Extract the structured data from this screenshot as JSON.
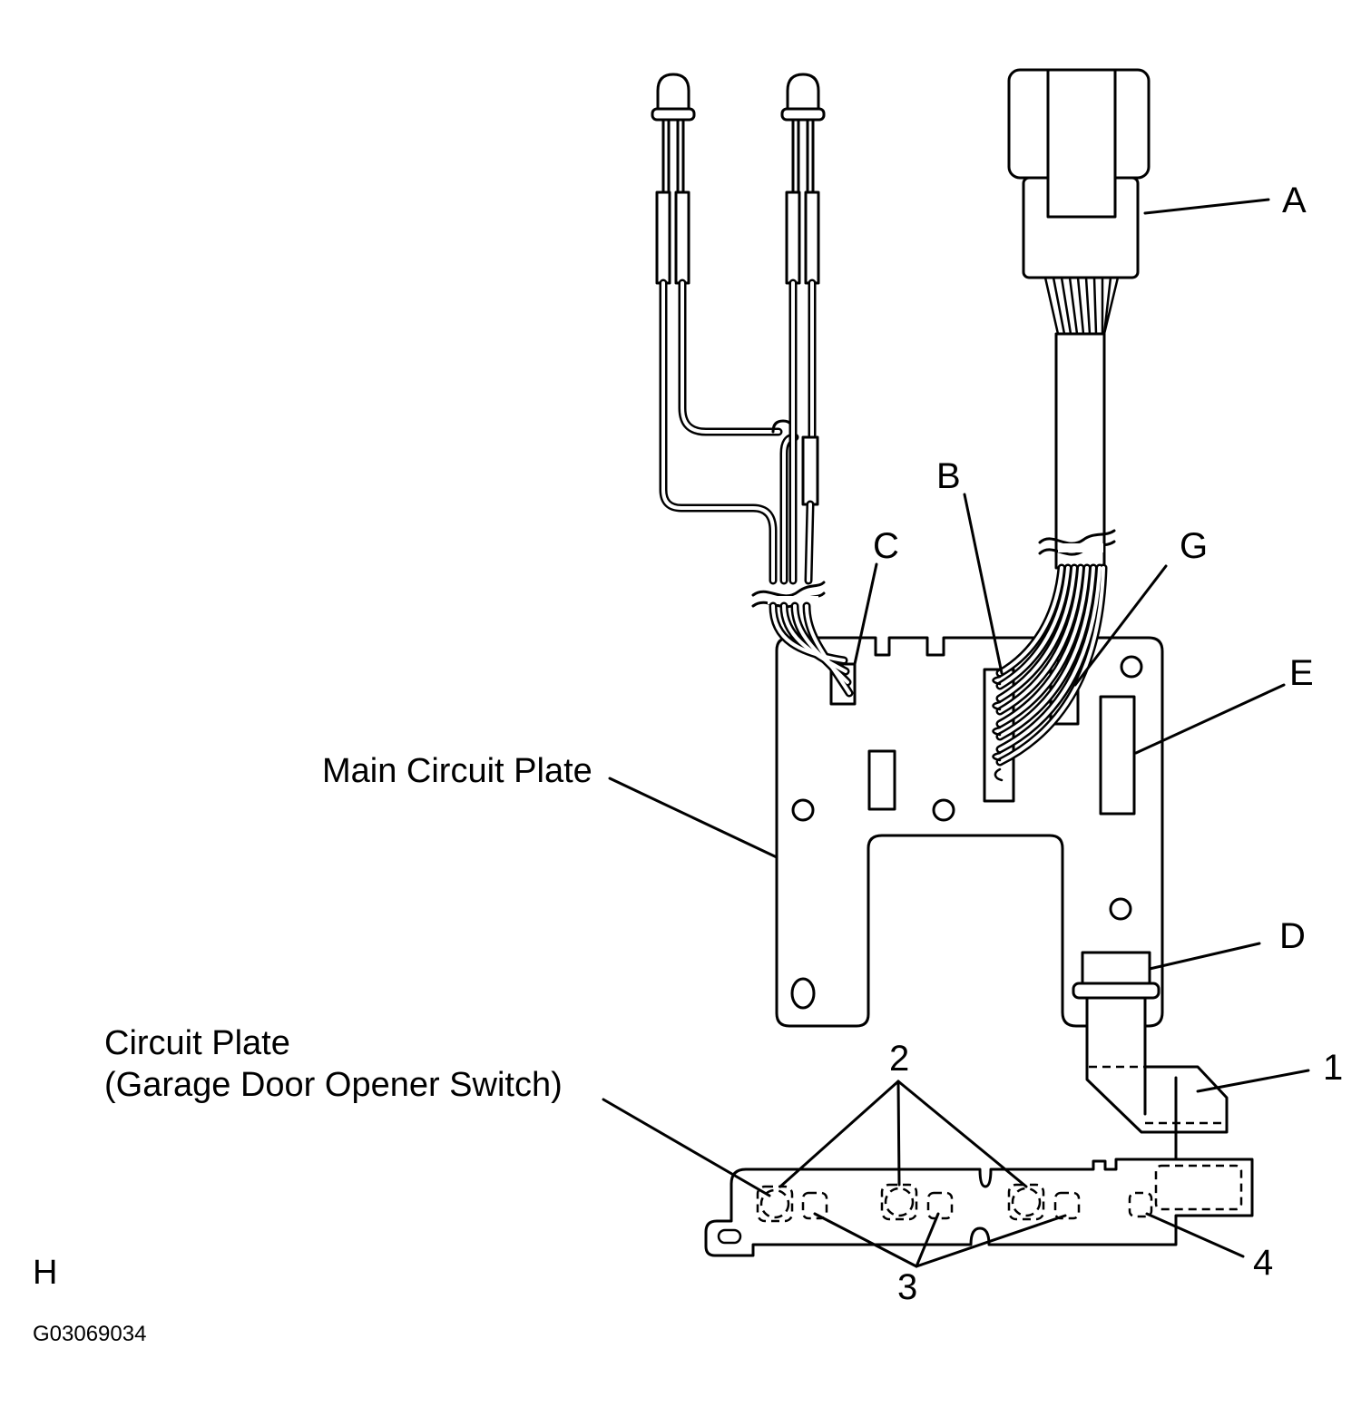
{
  "labels": {
    "A": "A",
    "B": "B",
    "C": "C",
    "D": "D",
    "E": "E",
    "G": "G",
    "n1": "1",
    "n2": "2",
    "n3": "3",
    "n4": "4",
    "main_plate": "Main Circuit Plate",
    "sub_plate_line1": "Circuit Plate",
    "sub_plate_line2": "(Garage Door Opener Switch)",
    "corner": "H",
    "figure_id": "G03069034"
  }
}
